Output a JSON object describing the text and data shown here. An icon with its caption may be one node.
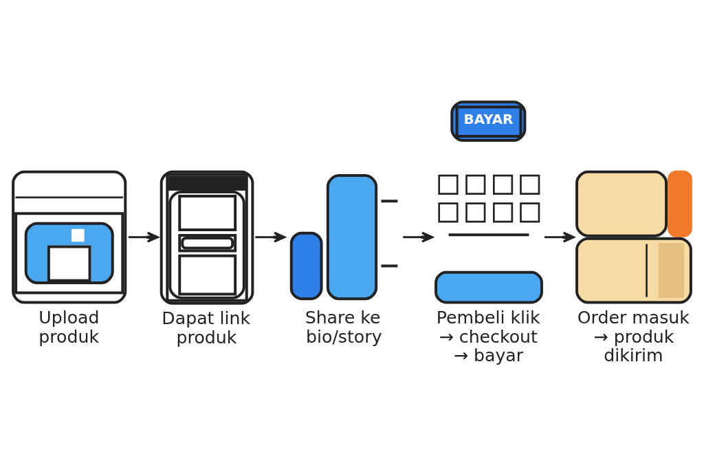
{
  "diagram": {
    "nodes": [
      {
        "text": [],
        "shape": "picture",
        "beside": [
          "Upload produk"
        ]
      },
      {
        "text": [],
        "shape": "picture",
        "beside": [
          "Dapat link produk"
        ]
      },
      {
        "text": [],
        "shape": "picture",
        "beside": [
          "Share ke bio/story"
        ]
      },
      {
        "text": [],
        "shape": "picture",
        "beside": [
          "Pembeli klik → checkout → bayar"
        ]
      },
      {
        "text": [],
        "shape": "picture",
        "beside": [
          "Order masuk → produk dikirim"
        ]
      }
    ],
    "edges": [
      {
        "from": 0,
        "to": 1,
        "arrow": "to"
      },
      {
        "from": 1,
        "to": 2,
        "arrow": "to"
      },
      {
        "from": 2,
        "to": 3,
        "arrow": "to"
      },
      {
        "from": 3,
        "to": 4,
        "arrow": "to"
      }
    ],
    "labels": [
      "BAYAR"
    ]
  }
}
